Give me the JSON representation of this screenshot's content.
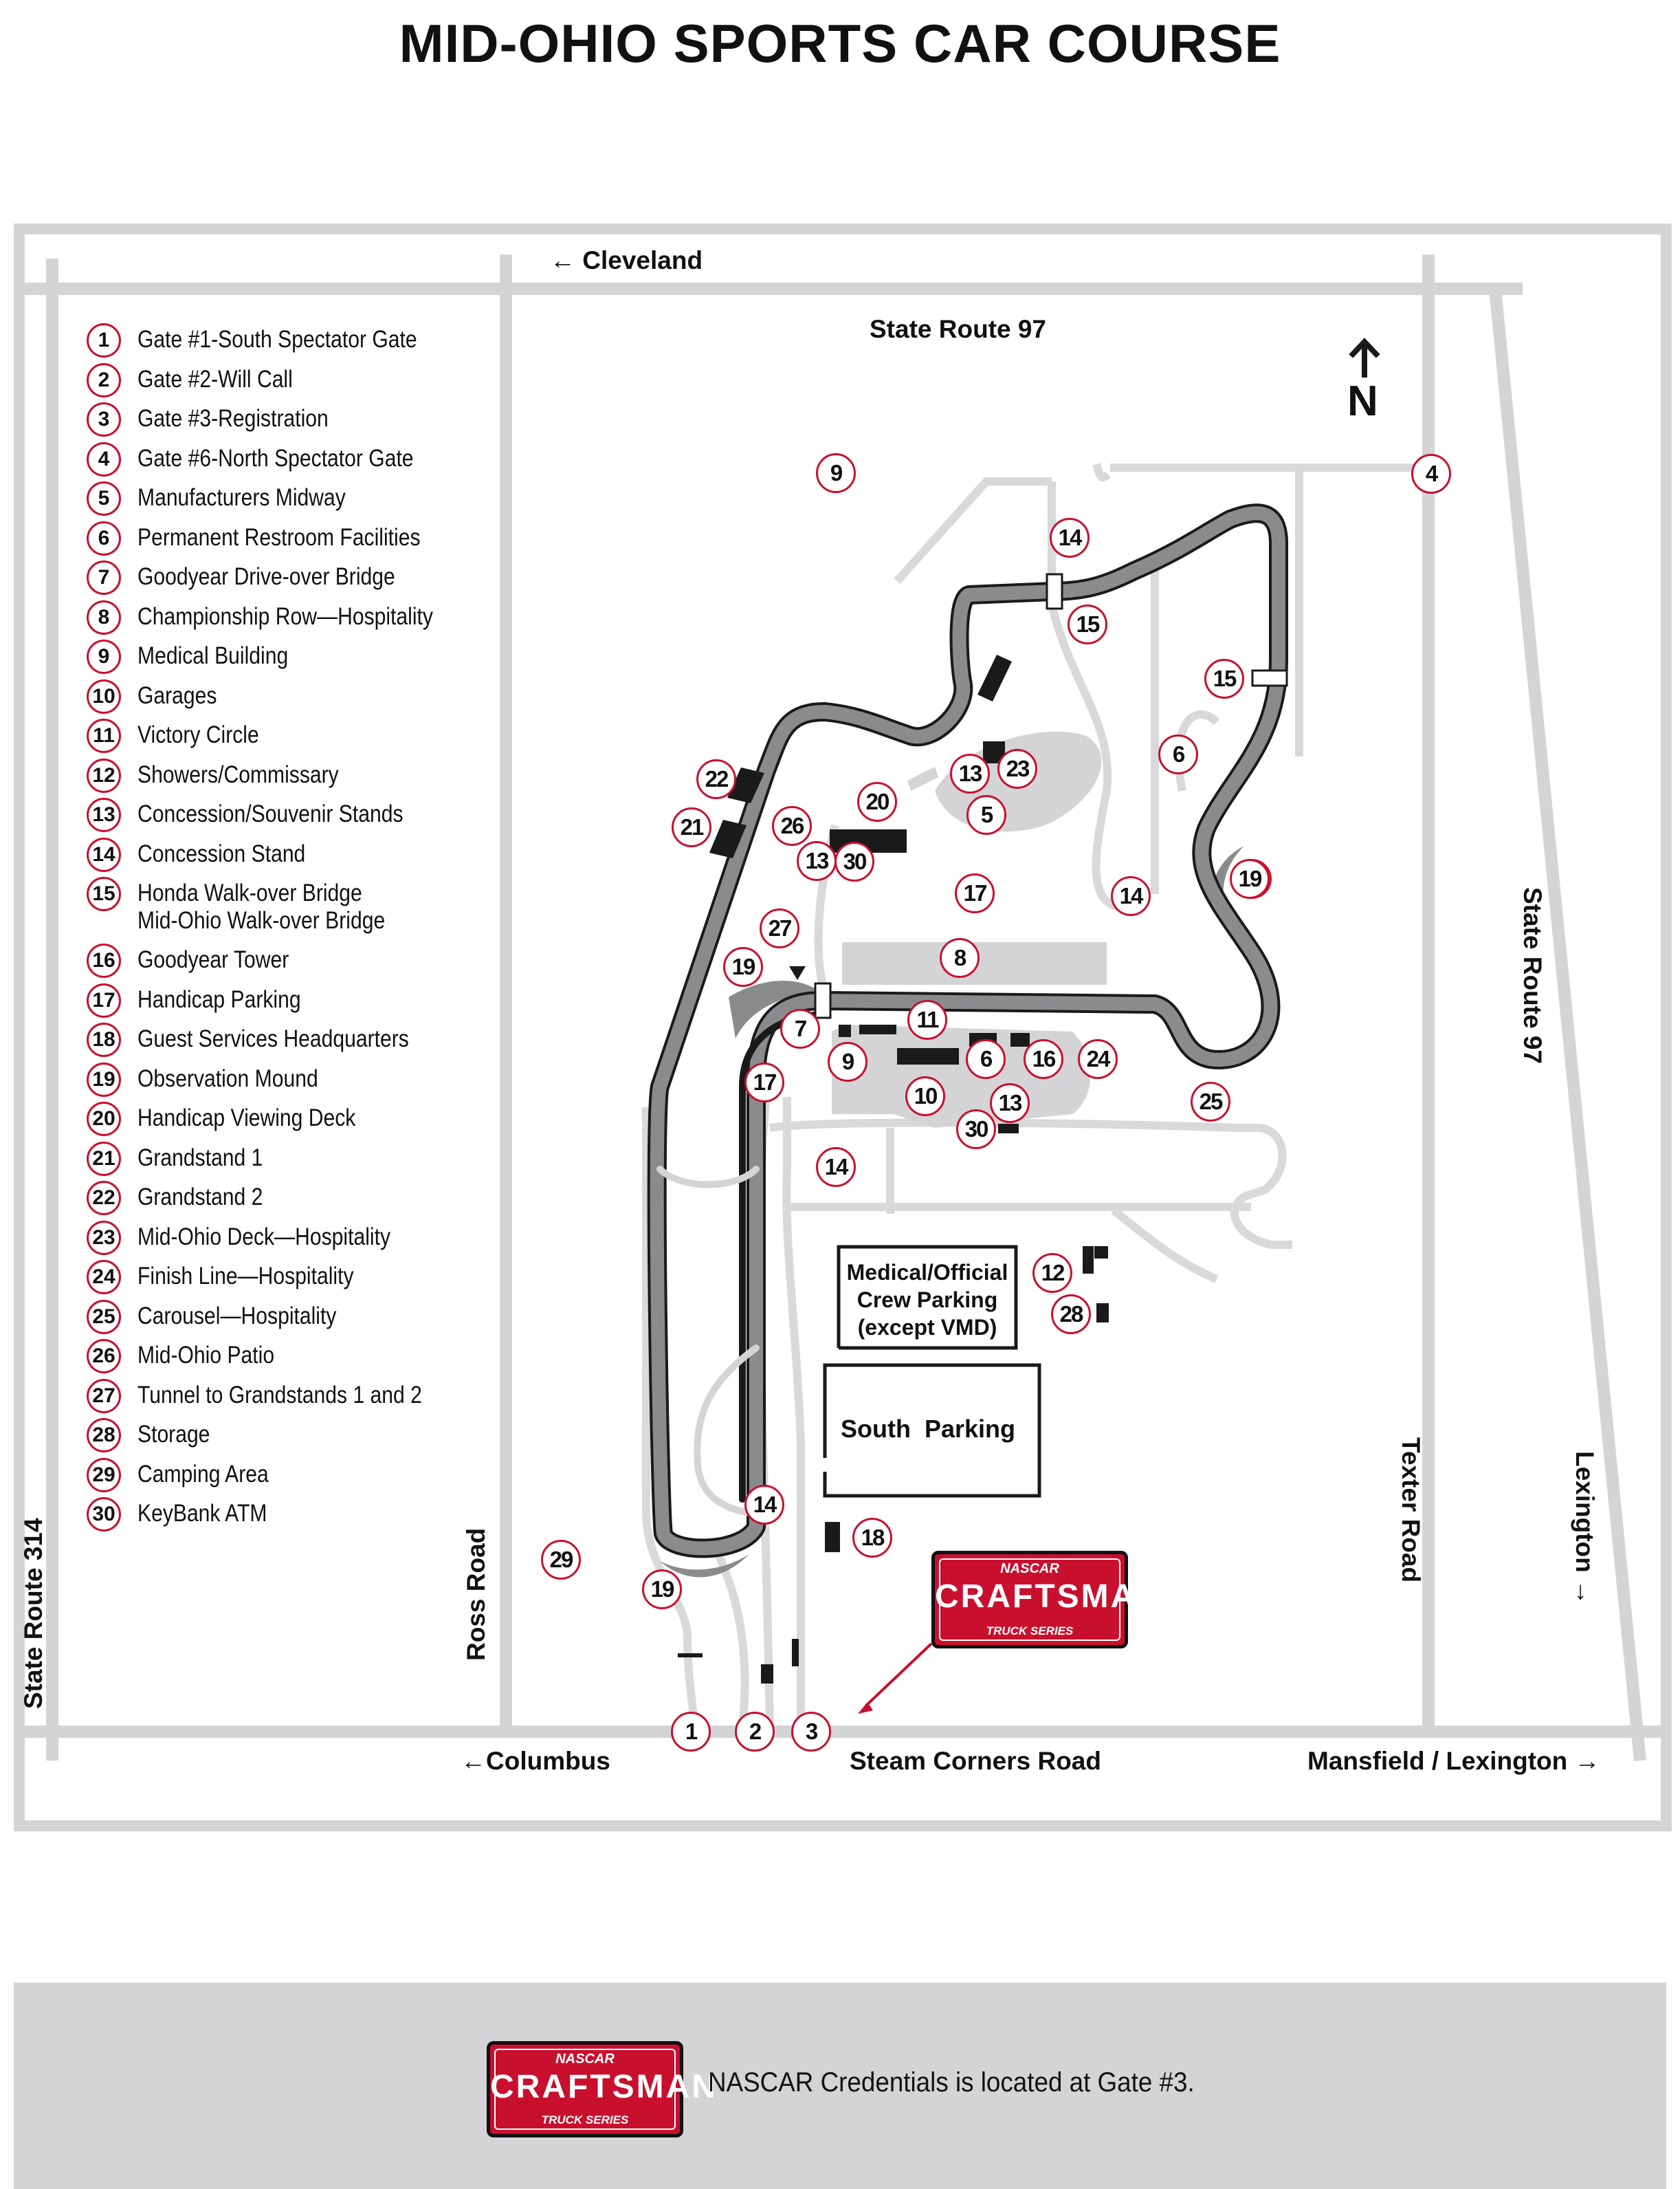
{
  "title": "MID-OHIO SPORTS CAR COURSE",
  "compass": "N",
  "roads": {
    "cleveland": "← Cleveland",
    "state_route_97_top": "State Route 97",
    "state_route_97_right": "State Route 97",
    "state_route_314": "State Route 314",
    "ross_road": "Ross Road",
    "texter_road": "Texter Road",
    "lexington": "Lexington →",
    "columbus": "←Columbus",
    "steam_corners_road": "Steam Corners Road",
    "mansfield_lexington": "Mansfield / Lexington →"
  },
  "areas": {
    "medical_parking": [
      "Medical/Official",
      "Crew Parking",
      "(except VMD)"
    ],
    "south_parking": "South  Parking"
  },
  "legend": [
    {
      "num": "1",
      "label": "Gate #1-South Spectator Gate"
    },
    {
      "num": "2",
      "label": "Gate #2-Will Call"
    },
    {
      "num": "3",
      "label": "Gate #3-Registration"
    },
    {
      "num": "4",
      "label": "Gate #6-North Spectator Gate"
    },
    {
      "num": "5",
      "label": "Manufacturers Midway"
    },
    {
      "num": "6",
      "label": "Permanent Restroom Facilities"
    },
    {
      "num": "7",
      "label": "Goodyear Drive-over Bridge"
    },
    {
      "num": "8",
      "label": "Championship Row—Hospitality"
    },
    {
      "num": "9",
      "label": "Medical Building"
    },
    {
      "num": "10",
      "label": "Garages"
    },
    {
      "num": "11",
      "label": "Victory Circle"
    },
    {
      "num": "12",
      "label": "Showers/Commissary"
    },
    {
      "num": "13",
      "label": "Concession/Souvenir Stands"
    },
    {
      "num": "14",
      "label": "Concession Stand"
    },
    {
      "num": "15",
      "label": "Honda Walk-over Bridge\nMid-Ohio Walk-over Bridge"
    },
    {
      "num": "16",
      "label": "Goodyear Tower"
    },
    {
      "num": "17",
      "label": "Handicap Parking"
    },
    {
      "num": "18",
      "label": "Guest Services Headquarters"
    },
    {
      "num": "19",
      "label": "Observation Mound"
    },
    {
      "num": "20",
      "label": "Handicap Viewing Deck"
    },
    {
      "num": "21",
      "label": "Grandstand 1"
    },
    {
      "num": "22",
      "label": "Grandstand 2"
    },
    {
      "num": "23",
      "label": "Mid-Ohio Deck—Hospitality"
    },
    {
      "num": "24",
      "label": "Finish Line—Hospitality"
    },
    {
      "num": "25",
      "label": "Carousel—Hospitality"
    },
    {
      "num": "26",
      "label": "Mid-Ohio Patio"
    },
    {
      "num": "27",
      "label": "Tunnel to Grandstands 1 and 2"
    },
    {
      "num": "28",
      "label": "Storage"
    },
    {
      "num": "29",
      "label": "Camping Area"
    },
    {
      "num": "30",
      "label": "KeyBank ATM"
    }
  ],
  "map_markers": [
    "9",
    "4",
    "14",
    "15",
    "15",
    "6",
    "22",
    "21",
    "19",
    "20",
    "13",
    "23",
    "5",
    "26",
    "13",
    "30",
    "17",
    "14",
    "19",
    "27",
    "8",
    "19",
    "7",
    "11",
    "9",
    "6",
    "16",
    "24",
    "17",
    "10",
    "13",
    "30",
    "25",
    "14",
    "12",
    "28",
    "14",
    "18",
    "29",
    "19",
    "1",
    "2",
    "3"
  ],
  "badge": {
    "top": "NASCAR",
    "main": "CRAFTSMAN",
    "bottom": "TRUCK SERIES"
  },
  "footer_note": "NASCAR Credentials is located at Gate #3.",
  "colors": {
    "road": "#d4d4d6",
    "track": "#58595b",
    "marker_ring": "#c8102e",
    "building": "#1a1a1a",
    "badge": "#c8102e"
  }
}
